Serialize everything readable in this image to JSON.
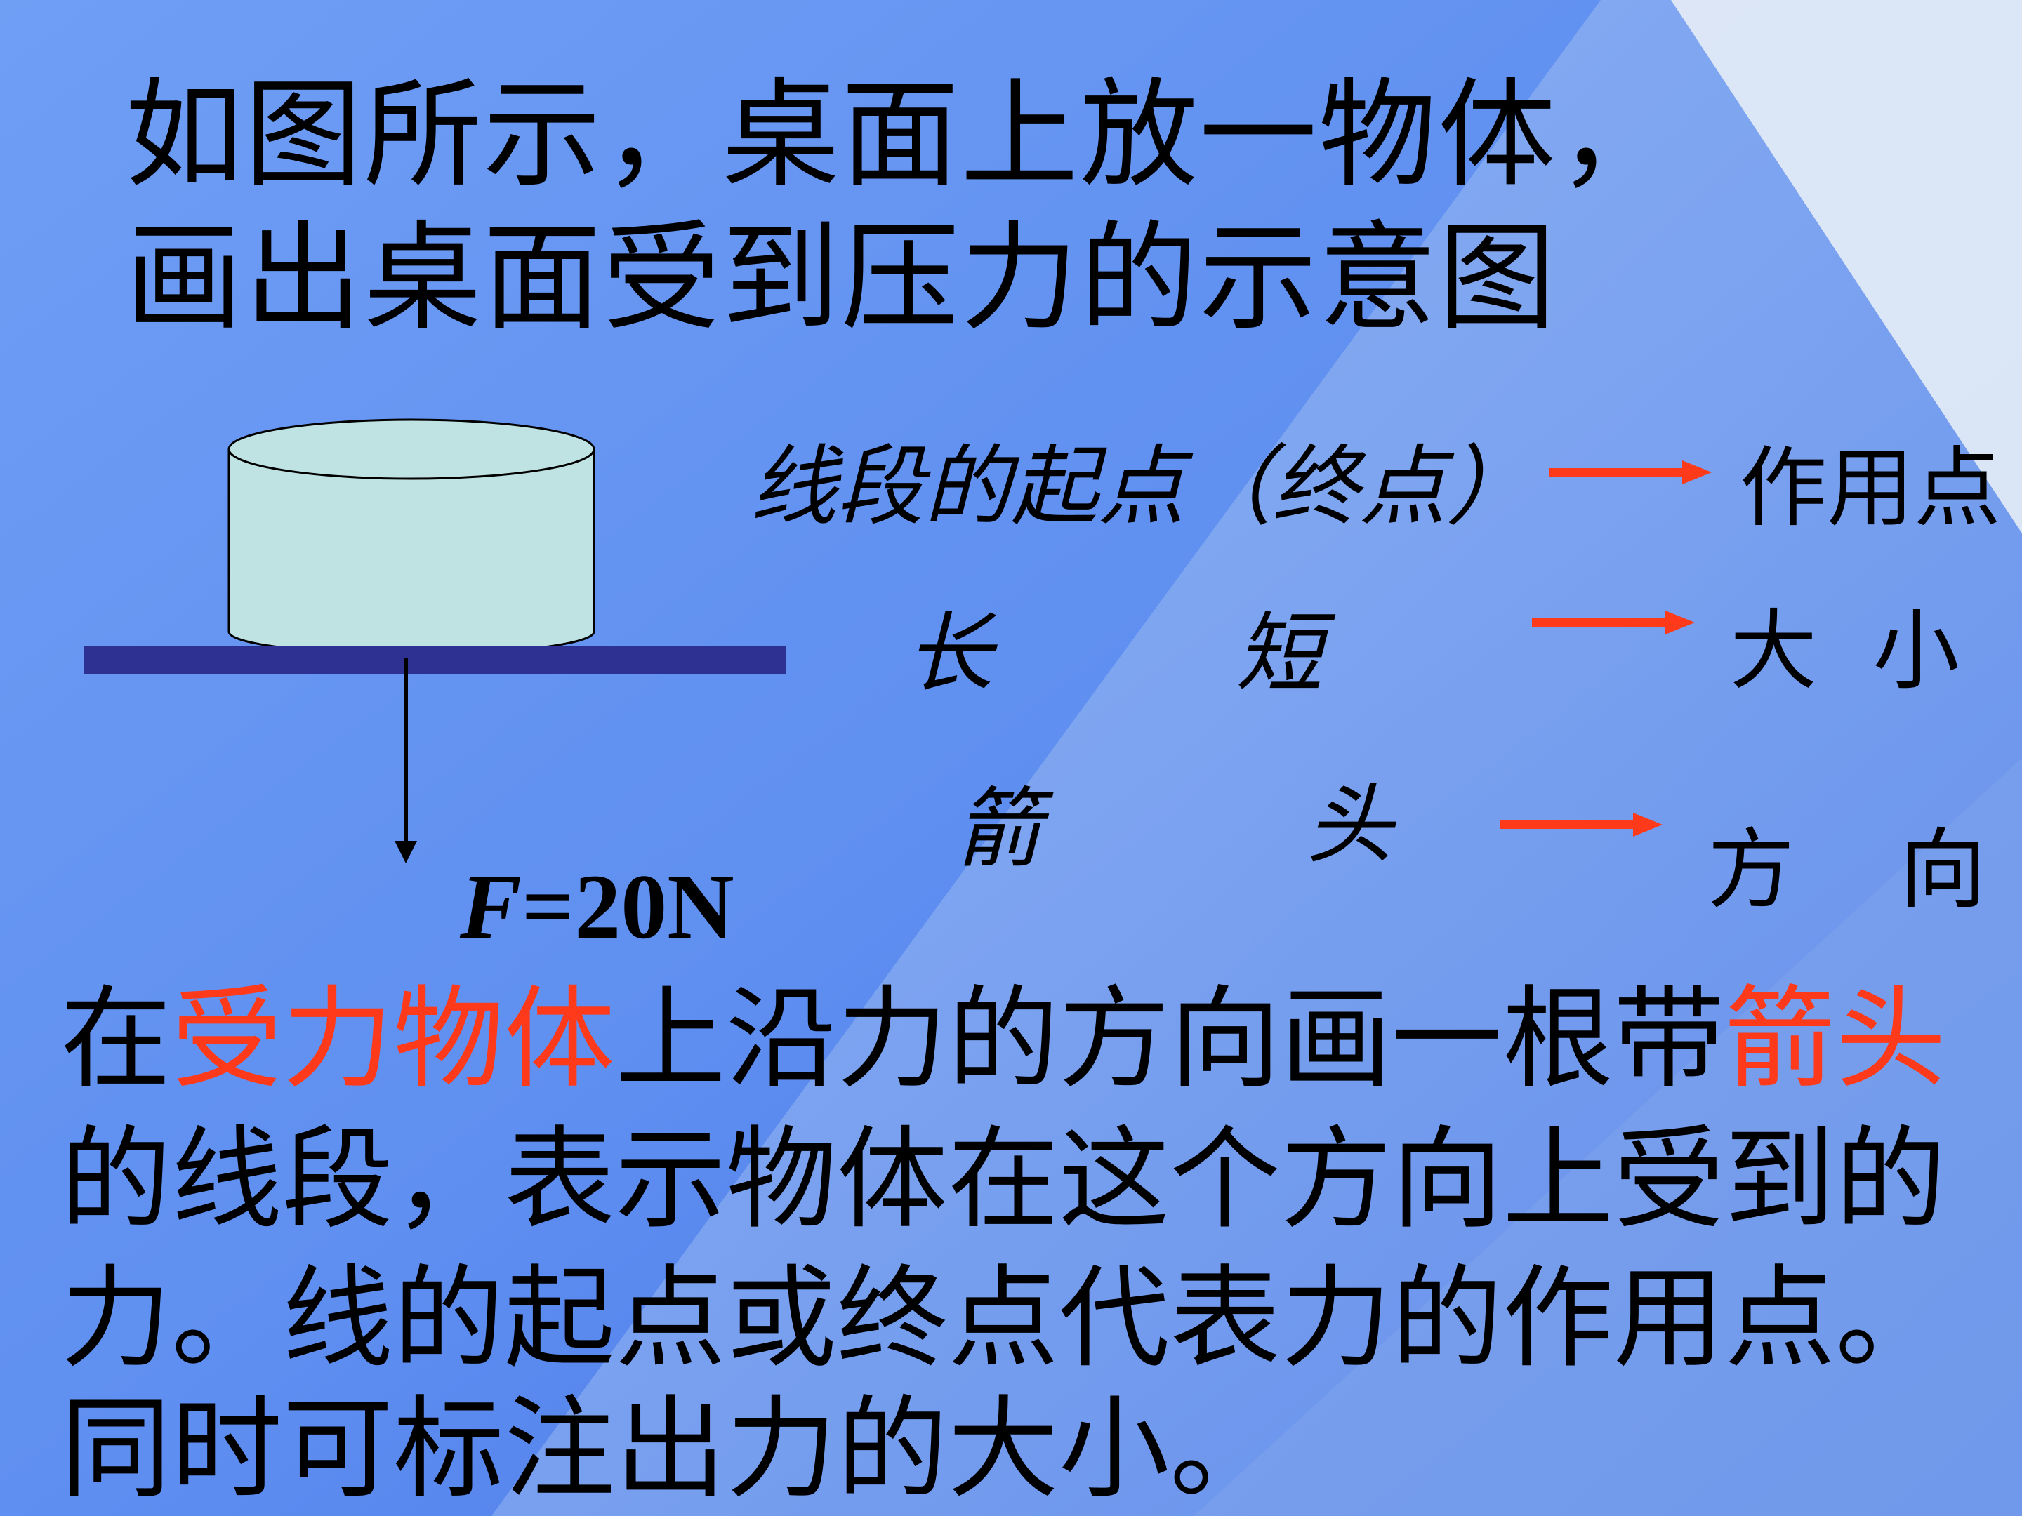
{
  "title": {
    "line1": "如图所示，桌面上放一物体，",
    "line2": "画出桌面受到压力的示意图"
  },
  "diagram": {
    "force_symbol": "F",
    "force_value": "=20N"
  },
  "legend": {
    "rows": [
      {
        "left": "线段的起点（终点）",
        "right": "作用点"
      },
      {
        "left_a": "长",
        "left_b": "短",
        "right": "大 小"
      },
      {
        "left_a": "箭",
        "left_b": "头",
        "right": "方 向"
      }
    ]
  },
  "body": {
    "line1_pre": "在",
    "line1_red1": "受力物体",
    "line1_mid": "上沿力的方向画一根带",
    "line1_red2": "箭头",
    "line2": "的线段，表示物体在这个方向上受到的",
    "line3": "力。线的起点或终点代表力的作用点。",
    "line4": "同时可标注出力的大小。"
  },
  "colors": {
    "background": "#5f8ff0",
    "highlight": "#ff3a1a",
    "table": "#2e3192",
    "cylinder": "#bfe3e3"
  }
}
